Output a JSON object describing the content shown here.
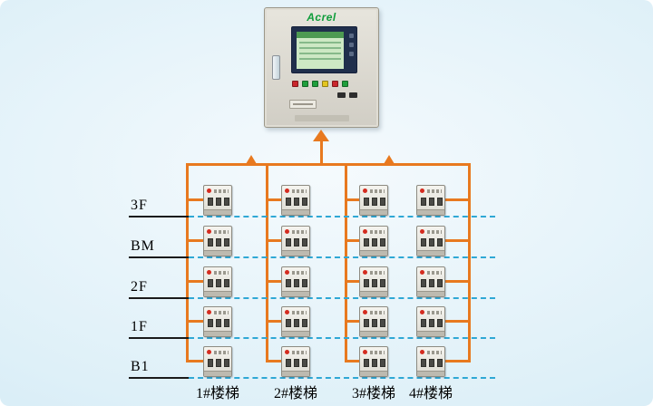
{
  "cabinet": {
    "brand": "Acrel",
    "button_colors": [
      "#c9262c",
      "#1f9e3c",
      "#1f9e3c",
      "#e3c520",
      "#c9262c",
      "#1f9e3c"
    ]
  },
  "floors": [
    {
      "label": "3F"
    },
    {
      "label": "BM"
    },
    {
      "label": "2F"
    },
    {
      "label": "1F"
    },
    {
      "label": "B1"
    }
  ],
  "stairs": [
    {
      "label": "1#楼梯"
    },
    {
      "label": "2#楼梯"
    },
    {
      "label": "3#楼梯"
    },
    {
      "label": "4#楼梯"
    }
  ],
  "device": {
    "led_color": "#d42b1f"
  },
  "colors": {
    "bus": "#e8791f",
    "floor_dash": "#2fa8d5",
    "floor_solid": "#1a1a1a",
    "brand_green": "#0f9d3b"
  }
}
